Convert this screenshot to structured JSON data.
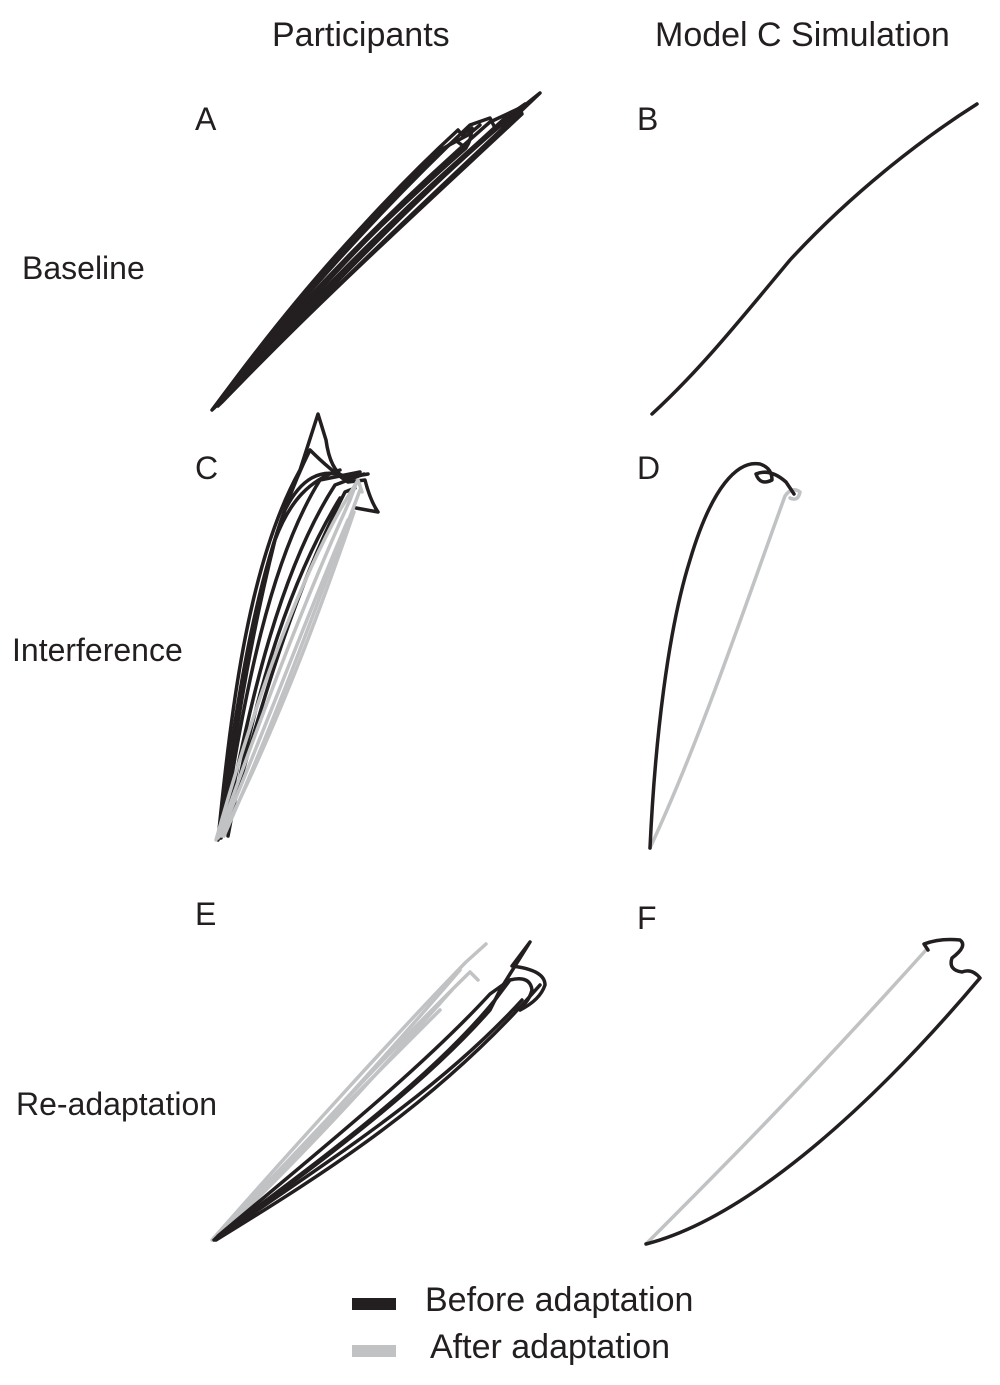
{
  "columns": {
    "participants": "Participants",
    "model": "Model C Simulation"
  },
  "rows": {
    "baseline": "Baseline",
    "interference": "Interference",
    "readaptation": "Re-adaptation"
  },
  "panels": {
    "a": "A",
    "b": "B",
    "c": "C",
    "d": "D",
    "e": "E",
    "f": "F"
  },
  "legend": {
    "before": "Before adaptation",
    "after": "After adaptation"
  },
  "colors": {
    "before": "#231f20",
    "after": "#c0c2c4"
  }
}
